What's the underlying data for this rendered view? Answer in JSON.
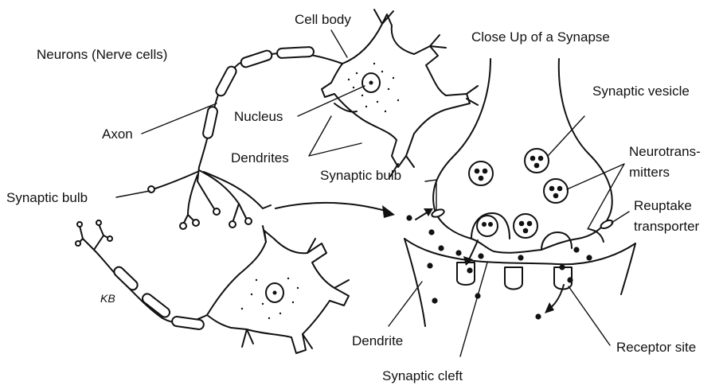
{
  "colors": {
    "ink": "#111111",
    "background": "#ffffff"
  },
  "labels": {
    "cell_body": "Cell body",
    "neurons_title": "Neurons (Nerve cells)",
    "nucleus": "Nucleus",
    "axon": "Axon",
    "dendrites": "Dendrites",
    "synaptic_bulb_left": "Synaptic bulb",
    "close_up_title": "Close Up of a Synapse",
    "synaptic_vesicle": "Synaptic vesicle",
    "neurotransmitters_line1": "Neurotrans-",
    "neurotransmitters_line2": "mitters",
    "synaptic_bulb_right": "Synaptic bulb",
    "reuptake_line1": "Reuptake",
    "reuptake_line2": "transporter",
    "dendrite": "Dendrite",
    "receptor_site": "Receptor site",
    "synaptic_cleft": "Synaptic cleft",
    "artist_signature": "KB"
  }
}
